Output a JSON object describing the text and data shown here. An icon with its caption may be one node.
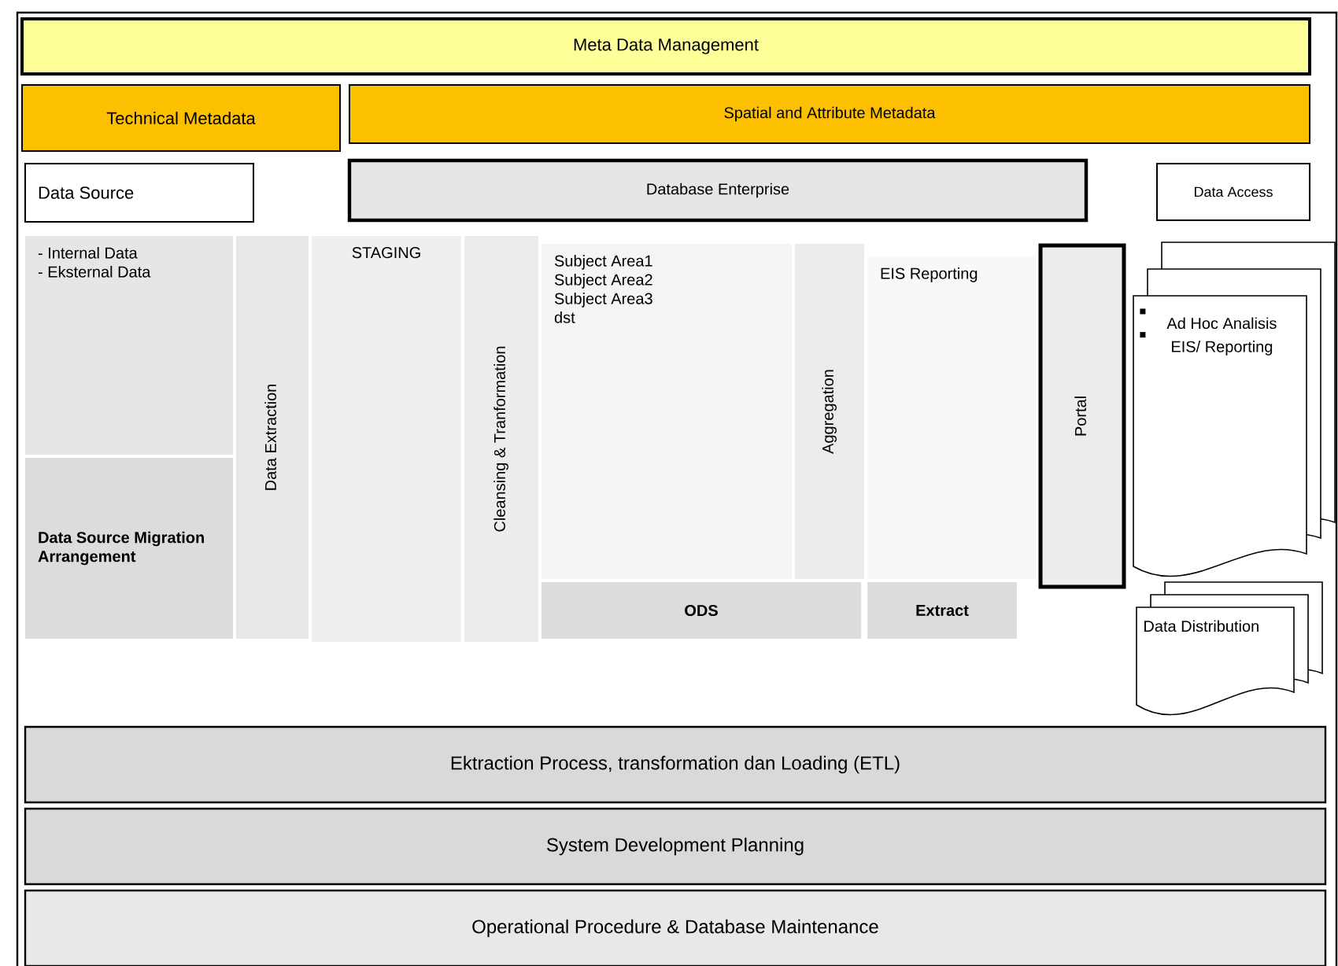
{
  "diagram": {
    "nodes": [
      {
        "text": [
          "Meta Data Management"
        ]
      },
      {
        "text": [
          "Technical Metadata"
        ]
      },
      {
        "text": [
          "Spatial and Attribute Metadata"
        ]
      },
      {
        "text": [
          "Data Source"
        ]
      },
      {
        "text": [
          "Database Enterprise"
        ]
      },
      {
        "text": [
          "Data Access"
        ]
      },
      {
        "text": [
          "- Internal Data",
          "- Eksternal Data"
        ]
      },
      {
        "text": [
          "Data Source Migration Arrangement"
        ]
      },
      {
        "text": [
          "Data Extraction"
        ]
      },
      {
        "text": [
          "STAGING"
        ]
      },
      {
        "text": [
          "Cleansing & Tranformation"
        ]
      },
      {
        "text": [
          "Subject Area1",
          "Subject Area2",
          "Subject Area3",
          "dst"
        ]
      },
      {
        "text": [
          "Aggregation"
        ]
      },
      {
        "text": [
          "EIS Reporting"
        ]
      },
      {
        "text": [
          "ODS"
        ]
      },
      {
        "text": [
          "Extract"
        ]
      },
      {
        "text": [
          "Portal"
        ]
      },
      {
        "text": [
          "Ad Hoc Analisis",
          "EIS/ Reporting"
        ]
      },
      {
        "text": [
          "Data Distribution"
        ]
      },
      {
        "text": [
          "Ektraction Process, transformation dan Loading (ETL)"
        ]
      },
      {
        "text": [
          "System Development Planning"
        ]
      },
      {
        "text": [
          "Operational Procedure & Database Maintenance"
        ]
      }
    ]
  }
}
